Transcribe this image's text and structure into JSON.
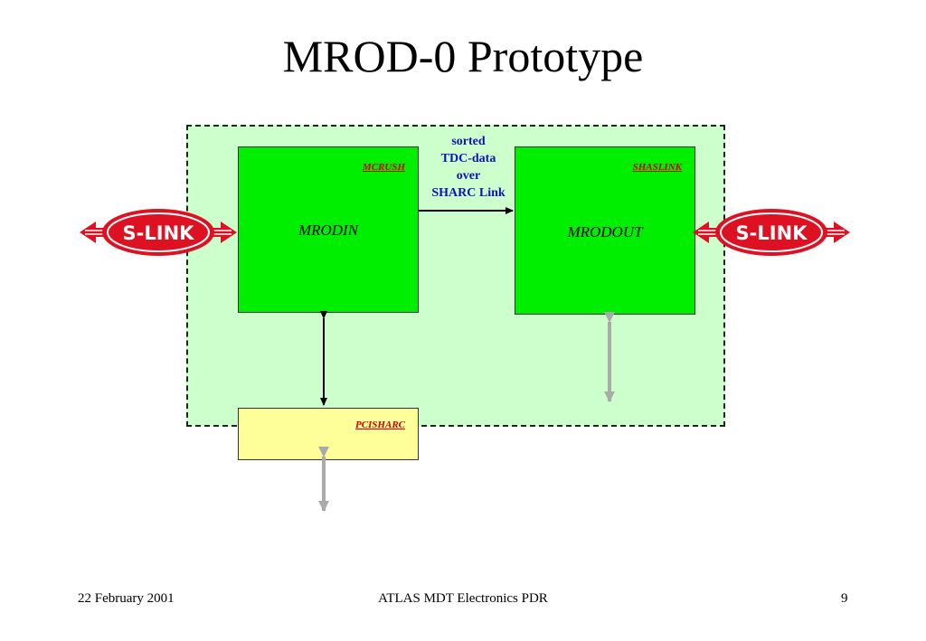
{
  "title": "MROD-0 Prototype",
  "boxes": {
    "mrodin": {
      "label": "MRODIN",
      "tag": "MCRUSH"
    },
    "mrodout": {
      "label": "MRODOUT",
      "tag": "SHASLINK"
    },
    "pcisharc": {
      "tag": "PCISHARC"
    }
  },
  "link_label": "sorted\nTDC-data\nover\nSHARC Link",
  "slink_text": "S-LINK",
  "footer": {
    "date": "22 February 2001",
    "event": "ATLAS MDT Electronics PDR",
    "page": "9"
  },
  "colors": {
    "region_fill": "#ccffcc",
    "box_green": "#00ee00",
    "box_yellow": "#ffff99",
    "slink_red": "#dd1122",
    "link_text": "#1111bb",
    "tag_red": "#cc0000",
    "gray_arrow": "#aaaaaa"
  }
}
